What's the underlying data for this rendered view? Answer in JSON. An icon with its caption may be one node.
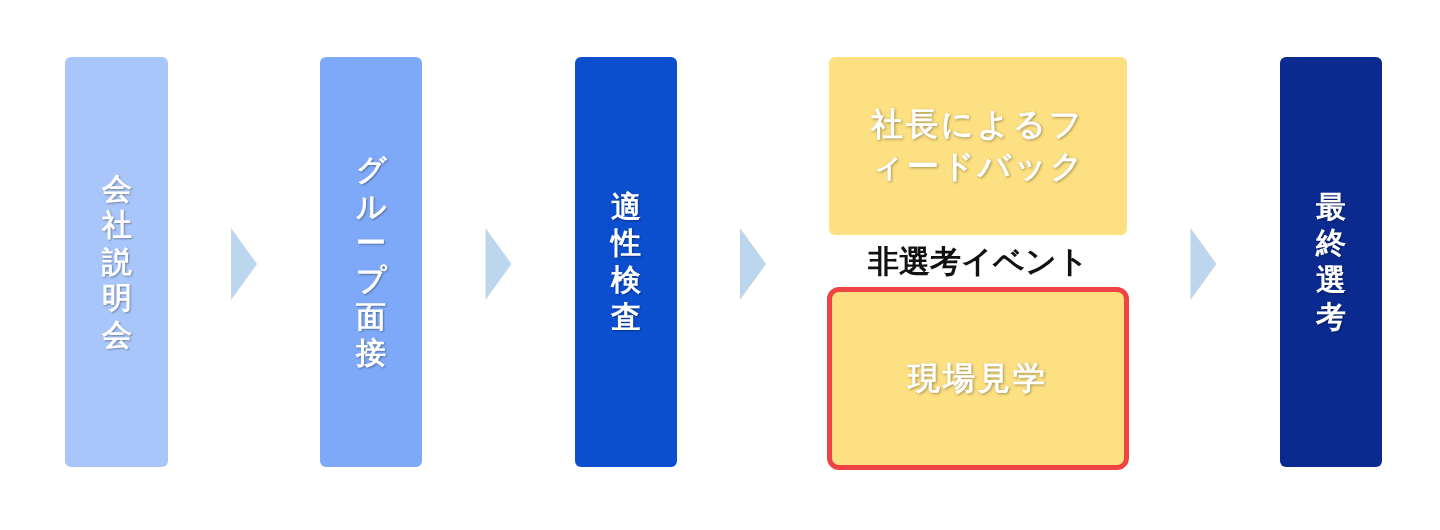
{
  "diagram": {
    "nodes": [
      {
        "text": [
          "会社説明会"
        ]
      },
      {
        "text": [
          "グループ面接"
        ]
      },
      {
        "text": [
          "適性検査"
        ]
      },
      {
        "text": [
          "社長によるフィードバック"
        ]
      },
      {
        "text": [
          "現場見学"
        ]
      },
      {
        "text": [
          "最終選考"
        ]
      }
    ],
    "edges": [
      {
        "from": 0,
        "to": 1,
        "arrow": "to"
      },
      {
        "from": 1,
        "to": 2,
        "arrow": "to"
      },
      {
        "from": 2,
        "to": 3,
        "arrow": "to"
      },
      {
        "from": 2,
        "to": 4,
        "arrow": "to"
      },
      {
        "from": 3,
        "to": 5,
        "arrow": "to"
      },
      {
        "from": 4,
        "to": 5,
        "arrow": "to"
      }
    ],
    "labels": [
      "非選考イベント"
    ]
  }
}
